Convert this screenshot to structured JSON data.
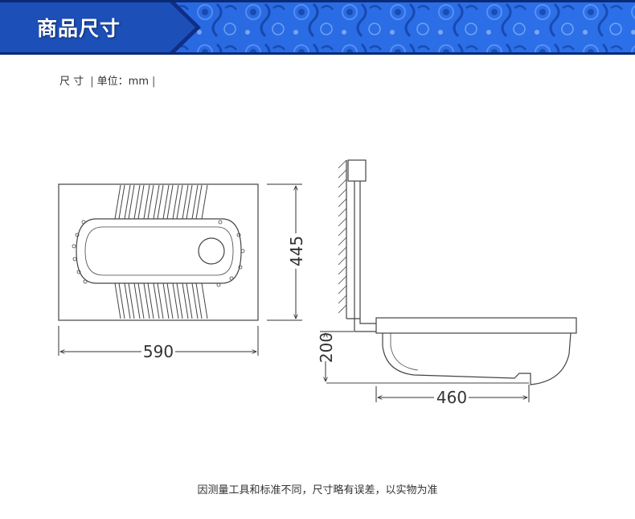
{
  "header": {
    "title": "商品尺寸",
    "colors": {
      "band": "#1f5fd6",
      "band_dark": "#0d2f8f",
      "pattern": "#2c6ee6"
    }
  },
  "unit_line": {
    "label": "尺 寸",
    "unit": "单位：mm"
  },
  "dimensions": {
    "top_width": "590",
    "top_depth": "445",
    "side_height": "200",
    "side_length": "460"
  },
  "footer": {
    "note": "因测量工具和标准不同，尺寸略有误差，以实物为准"
  }
}
